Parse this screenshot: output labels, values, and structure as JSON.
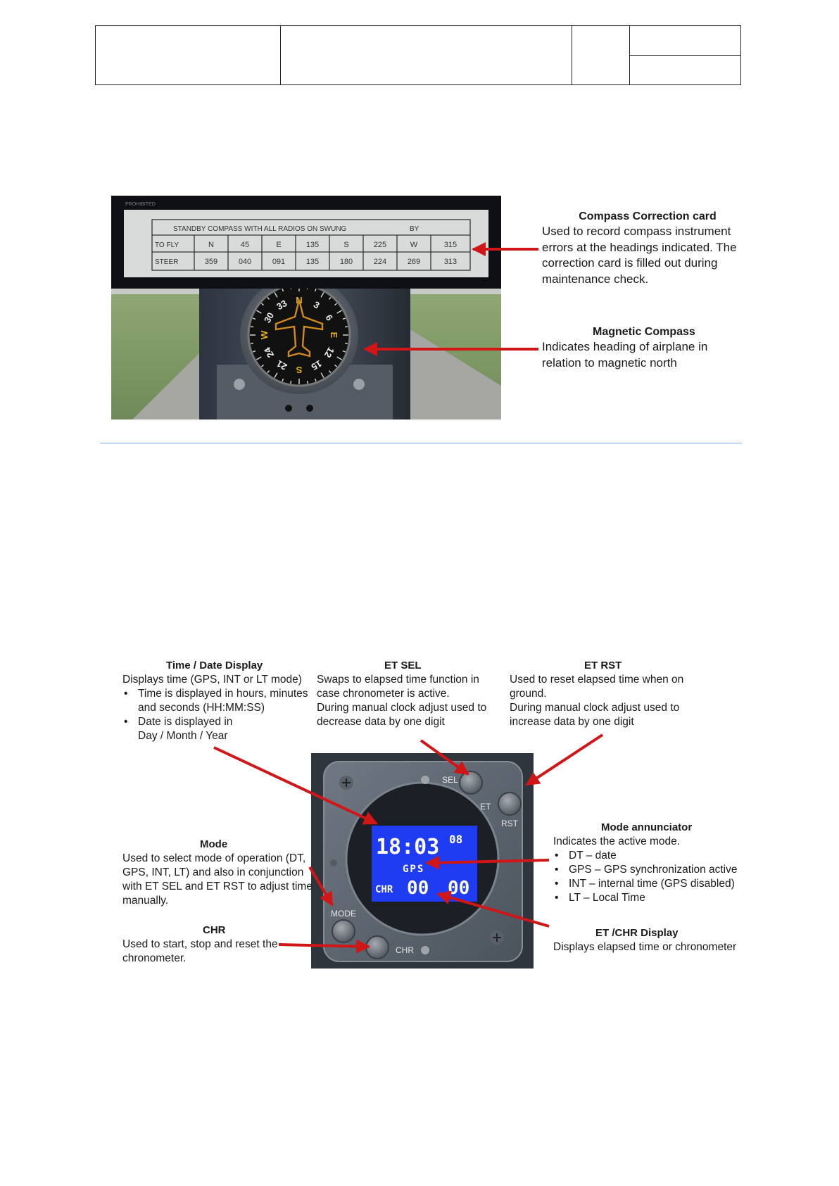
{
  "compass_section": {
    "card": {
      "header": "STANDBY COMPASS WITH ALL RADIOS ON SWUNG",
      "header_by": "BY",
      "to_fly_label": "TO FLY",
      "steer_label": "STEER",
      "to_fly": [
        "N",
        "45",
        "E",
        "135",
        "S",
        "225",
        "W",
        "315"
      ],
      "steer": [
        "359",
        "040",
        "091",
        "135",
        "180",
        "224",
        "269",
        "313"
      ]
    },
    "compass_card_labels": [
      "N",
      "3",
      "6",
      "E",
      "12",
      "15",
      "S",
      "21",
      "24",
      "W",
      "30",
      "33"
    ],
    "annotations": {
      "correction_card": {
        "title": "Compass Correction card",
        "lines": [
          "Used to record compass instrument",
          "errors at the headings indicated. The",
          "correction card is filled out during",
          "maintenance check."
        ]
      },
      "magnetic_compass": {
        "title": "Magnetic Compass",
        "lines": [
          "Indicates heading of airplane in",
          "relation to magnetic north"
        ]
      }
    }
  },
  "clock_section": {
    "display": {
      "time_main": "18:03",
      "time_seconds": "08",
      "mode": "GPS",
      "chr_label": "CHR",
      "et_min": "00",
      "et_sec": "00"
    },
    "panel_labels": {
      "sel": "SEL",
      "et": "ET",
      "rst": "RST",
      "mode": "MODE",
      "chr": "CHR"
    },
    "annotations": {
      "time_date": {
        "title": "Time / Date Display",
        "intro": "Displays time (GPS, INT or LT mode)",
        "bullets": [
          [
            "Time is displayed in hours, minutes",
            "and seconds (HH:MM:SS)"
          ],
          [
            "Date is displayed in",
            "Day / Month / Year"
          ]
        ]
      },
      "et_sel": {
        "title": "ET SEL",
        "lines": [
          "Swaps to elapsed time function in",
          "case chronometer is active.",
          "During manual clock adjust used to",
          "decrease data by one digit"
        ]
      },
      "et_rst": {
        "title": "ET RST",
        "lines": [
          "Used to reset elapsed time when on",
          "ground.",
          "During manual clock adjust used to",
          "increase data by one digit"
        ]
      },
      "mode": {
        "title": "Mode",
        "lines": [
          "Used to select mode of operation (DT,",
          "GPS, INT, LT) and also in conjunction",
          "with ET SEL and ET RST to adjust time",
          "manually."
        ]
      },
      "mode_annunciator": {
        "title": "Mode annunciator",
        "intro": "Indicates the active mode.",
        "bullets": [
          "DT – date",
          "GPS – GPS synchronization active",
          "INT – internal time (GPS disabled)",
          "LT – Local Time"
        ]
      },
      "chr": {
        "title": "CHR",
        "lines": [
          "Used to start, stop and reset the",
          "chronometer."
        ]
      },
      "et_chr_display": {
        "title": "ET /CHR Display",
        "lines": [
          "Displays elapsed time or chronometer"
        ]
      }
    }
  },
  "colors": {
    "arrow": "#d01616",
    "display_blue": "#1f3cf2",
    "divider": "#7ba7e0"
  }
}
